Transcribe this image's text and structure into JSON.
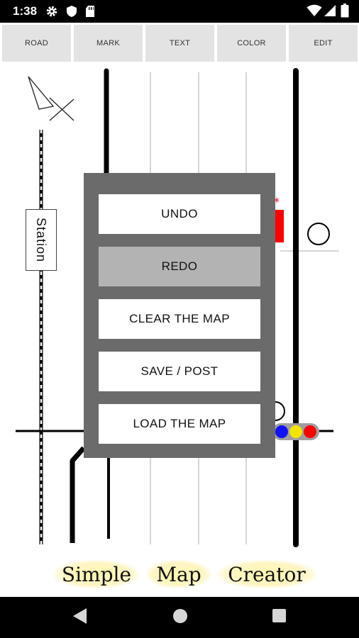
{
  "status_bar": {
    "time": "1:38",
    "icons": [
      "gear-icon",
      "shield-icon",
      "sd-card-icon",
      "wifi-icon",
      "signal-icon",
      "battery-icon"
    ]
  },
  "toolbar": {
    "road": "ROAD",
    "mark": "MARK",
    "text": "TEXT",
    "color": "COLOR",
    "edit": "EDIT"
  },
  "map": {
    "station_label": "Station",
    "traffic_light_colors": [
      "#1010ff",
      "#f5e400",
      "#ff0000"
    ],
    "marker_color": "#ff0000"
  },
  "menu": {
    "undo": "UNDO",
    "redo": "REDO",
    "clear": "CLEAR THE MAP",
    "save": "SAVE / POST",
    "load": "LOAD THE MAP"
  },
  "footer": {
    "word1": "Simple",
    "word2": "Map",
    "word3": "Creator"
  },
  "nav_bar": {
    "icons": [
      "back-icon",
      "home-icon",
      "recents-icon"
    ]
  }
}
